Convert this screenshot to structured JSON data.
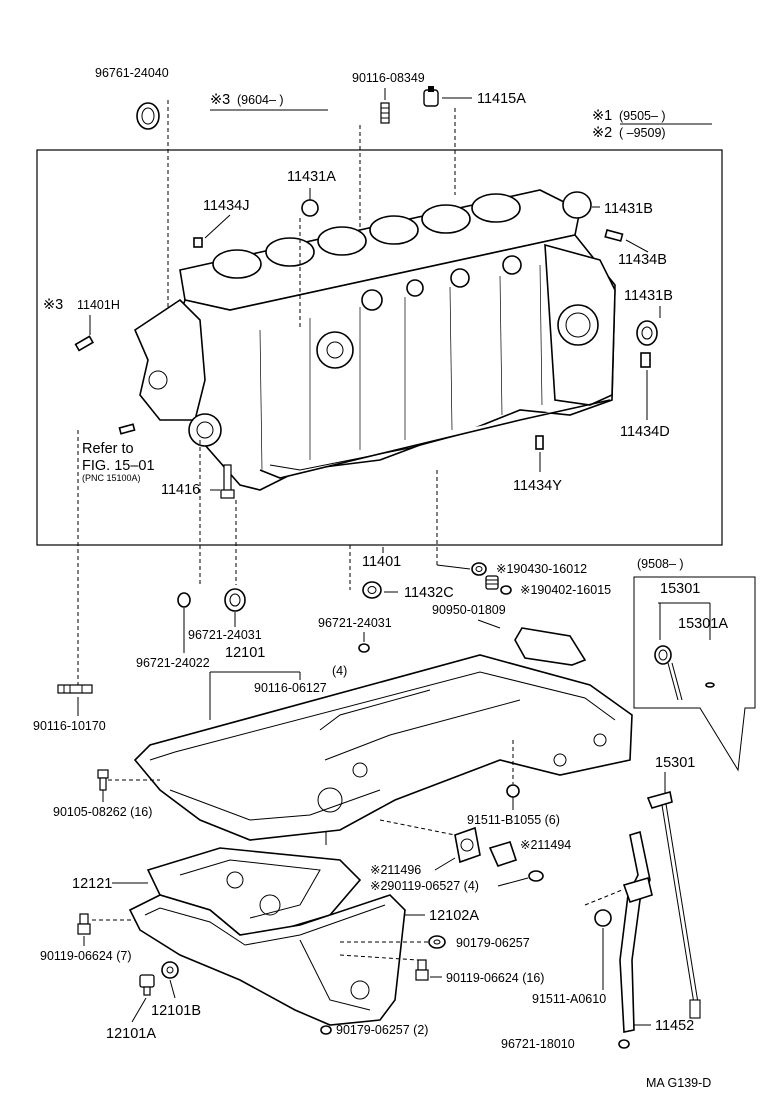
{
  "legend": {
    "note3": "※3",
    "note3_range": "(9604–        )",
    "note1": "※1",
    "note1_range": "(9505–        )",
    "note2": "※2",
    "note2_range": "(        –9509)"
  },
  "labels": {
    "p96761_24040": "96761-24040",
    "p90116_08349": "90116-08349",
    "p11415A": "11415A",
    "p11431A": "11431A",
    "p11434J": "11434J",
    "p11431B_top": "11431B",
    "p11434B": "11434B",
    "p11401H": "11401H",
    "p11401H_note": "※3",
    "p11431B_mid": "11431B",
    "p11434D": "11434D",
    "refer1": "Refer to",
    "refer2": "FIG. 15–01",
    "refer3": "(PNC 15100A)",
    "p11416": "11416",
    "p11434Y": "11434Y",
    "p11401": "11401",
    "p190430": "※190430-16012",
    "p11432C": "11432C",
    "p190402": "※190402-16015",
    "p96721_24031a": "96721-24031",
    "p96721_24031b": "96721-24031",
    "p90950_01809": "90950-01809",
    "p96721_24022": "96721-24022",
    "p12101": "12101",
    "p_qty4": "(4)",
    "p90116_06127": "90116-06127",
    "p90116_10170": "90116-10170",
    "p90105_08262": "90105-08262 (16)",
    "p91511_B1055": "91511-B1055 (6)",
    "p11496": "※211496",
    "p11494": "※211494",
    "p90119_06527": "※290119-06527 (4)",
    "p12121": "12121",
    "p12102A": "12102A",
    "p90119_06624_7": "90119-06624 (7)",
    "p90179_06257": "90179-06257",
    "p90119_06624_16": "90119-06624 (16)",
    "p12101B": "12101B",
    "p12101A": "12101A",
    "p90179_06257_2": "90179-06257 (2)",
    "p15301_box_range": "(9508–        )",
    "p15301_box": "15301",
    "p15301A": "15301A",
    "p15301": "15301",
    "p91511_A0610": "91511-A0610",
    "p11452": "11452",
    "p96721_18010": "96721-18010",
    "fig_id": "MA  G139-D"
  }
}
